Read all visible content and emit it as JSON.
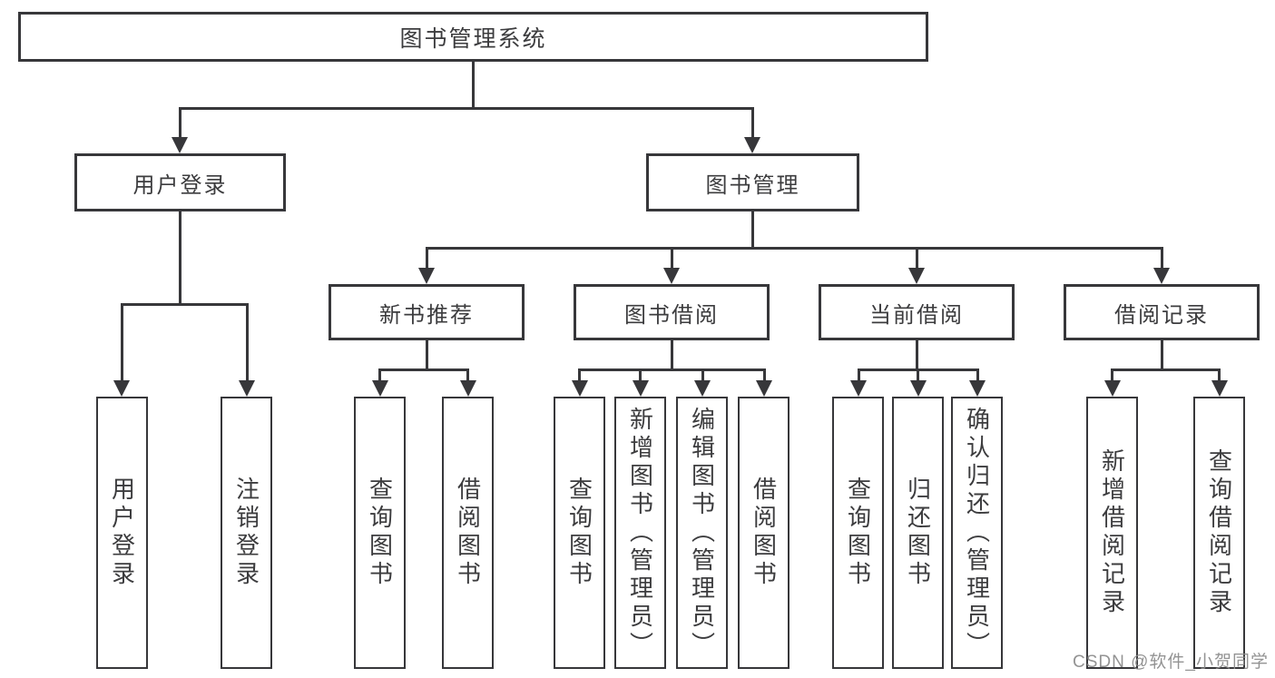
{
  "diagram": {
    "root": "图书管理系统",
    "level2": {
      "user_login": "用户登录",
      "book_mgmt": "图书管理"
    },
    "level3": {
      "new_book": "新书推荐",
      "borrow": "图书借阅",
      "current": "当前借阅",
      "records": "借阅记录"
    },
    "leaves": {
      "user_login_1": "用户登录",
      "user_login_2": "注销登录",
      "new_book_1": "查询图书",
      "new_book_2": "借阅图书",
      "borrow_1": "查询图书",
      "borrow_2": "新增图书（管理员）",
      "borrow_3": "编辑图书（管理员）",
      "borrow_4": "借阅图书",
      "current_1": "查询图书",
      "current_2": "归还图书",
      "current_3": "确认归还（管理员）",
      "records_1": "新增借阅记录",
      "records_2": "查询借阅记录"
    }
  },
  "watermark": "CSDN @软件_小贺同学"
}
